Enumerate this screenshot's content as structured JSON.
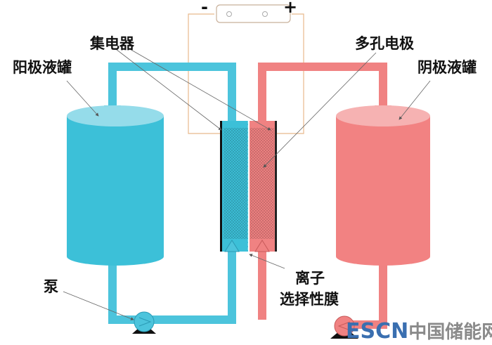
{
  "labels": {
    "collector": "集电器",
    "anode_tank": "阳极液罐",
    "porous_electrode": "多孔电极",
    "cathode_tank": "阴极液罐",
    "pump": "泵",
    "ion": "离子",
    "membrane": "选择性膜",
    "minus": "-",
    "plus": "+"
  },
  "colors": {
    "anolyte": "#3cc0d8",
    "catholyte": "#f08282",
    "wire": "#e8b98c"
  },
  "watermark": {
    "brand": "ESCN",
    "name": "中国储能网"
  }
}
